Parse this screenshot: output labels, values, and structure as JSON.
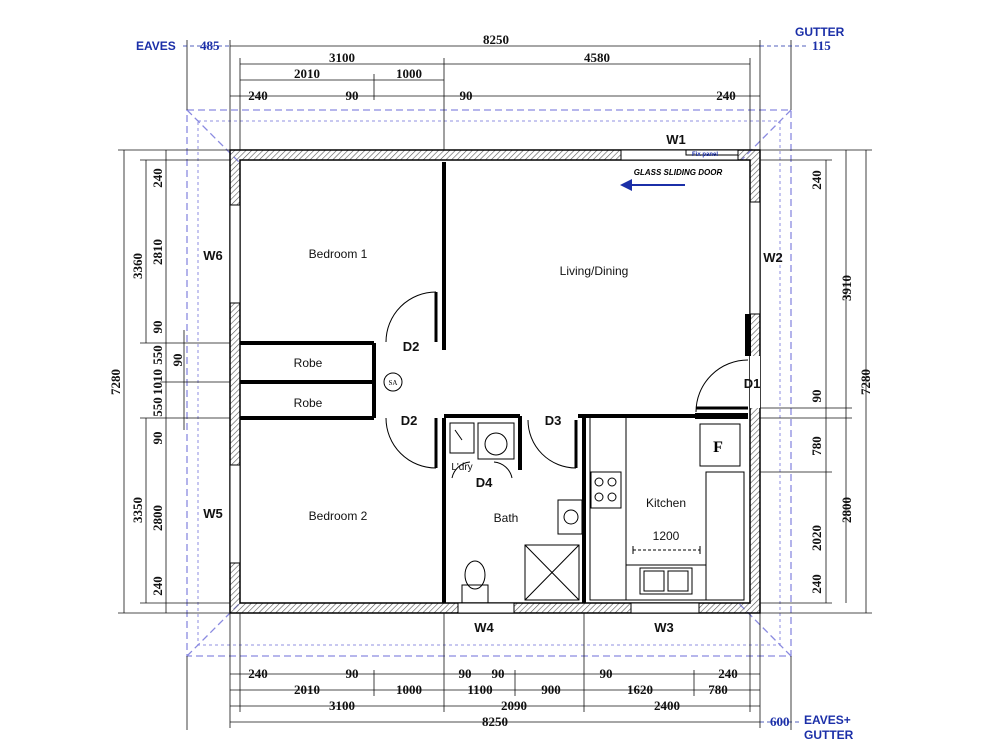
{
  "eaves": {
    "label": "EAVES",
    "value": "485"
  },
  "gutter": {
    "label": "GUTTER",
    "value": "115"
  },
  "eaves_gutter": {
    "line1": "EAVES+",
    "line2": "GUTTER",
    "value": "600"
  },
  "top_dims": {
    "overall": "8250",
    "left": "3100",
    "right": "4580",
    "a": "2010",
    "b": "1000",
    "t1": "240",
    "t2": "90",
    "t3": "90",
    "t4": "240"
  },
  "bottom_dims": {
    "r1": [
      "240",
      "90",
      "90",
      "90",
      "90",
      "240"
    ],
    "r2": [
      "2010",
      "1000",
      "1100",
      "900",
      "1620",
      "780"
    ],
    "r3": [
      "3100",
      "2090",
      "2400"
    ],
    "overall": "8250"
  },
  "left_dims": {
    "overall": "7280",
    "upper": "3360",
    "lower": "3350",
    "inner": [
      "240",
      "2810",
      "90",
      "550",
      "1010",
      "550",
      "90",
      "2800",
      "240"
    ],
    "small90": "90"
  },
  "right_dims": {
    "overall": "7280",
    "upper": "3910",
    "lower": "2800",
    "inner": [
      "240",
      "90",
      "780",
      "2020",
      "240"
    ]
  },
  "rooms": {
    "bedroom1": "Bedroom 1",
    "bedroom2": "Bedroom 2",
    "living": "Living/Dining",
    "robe1": "Robe",
    "robe2": "Robe",
    "bath": "Bath",
    "laundry": "L'dry",
    "kitchen": "Kitchen",
    "kitchen_dim": "1200",
    "fridge": "F",
    "sa": "SA"
  },
  "openings": {
    "w1": "W1",
    "w2": "W2",
    "w3": "W3",
    "w4": "W4",
    "w5": "W5",
    "w6": "W6",
    "d1": "D1",
    "d2a": "D2",
    "d2b": "D2",
    "d3": "D3",
    "d4": "D4",
    "fix_panel": "Fix panel",
    "glass_door": "GLASS SLIDING DOOR"
  }
}
